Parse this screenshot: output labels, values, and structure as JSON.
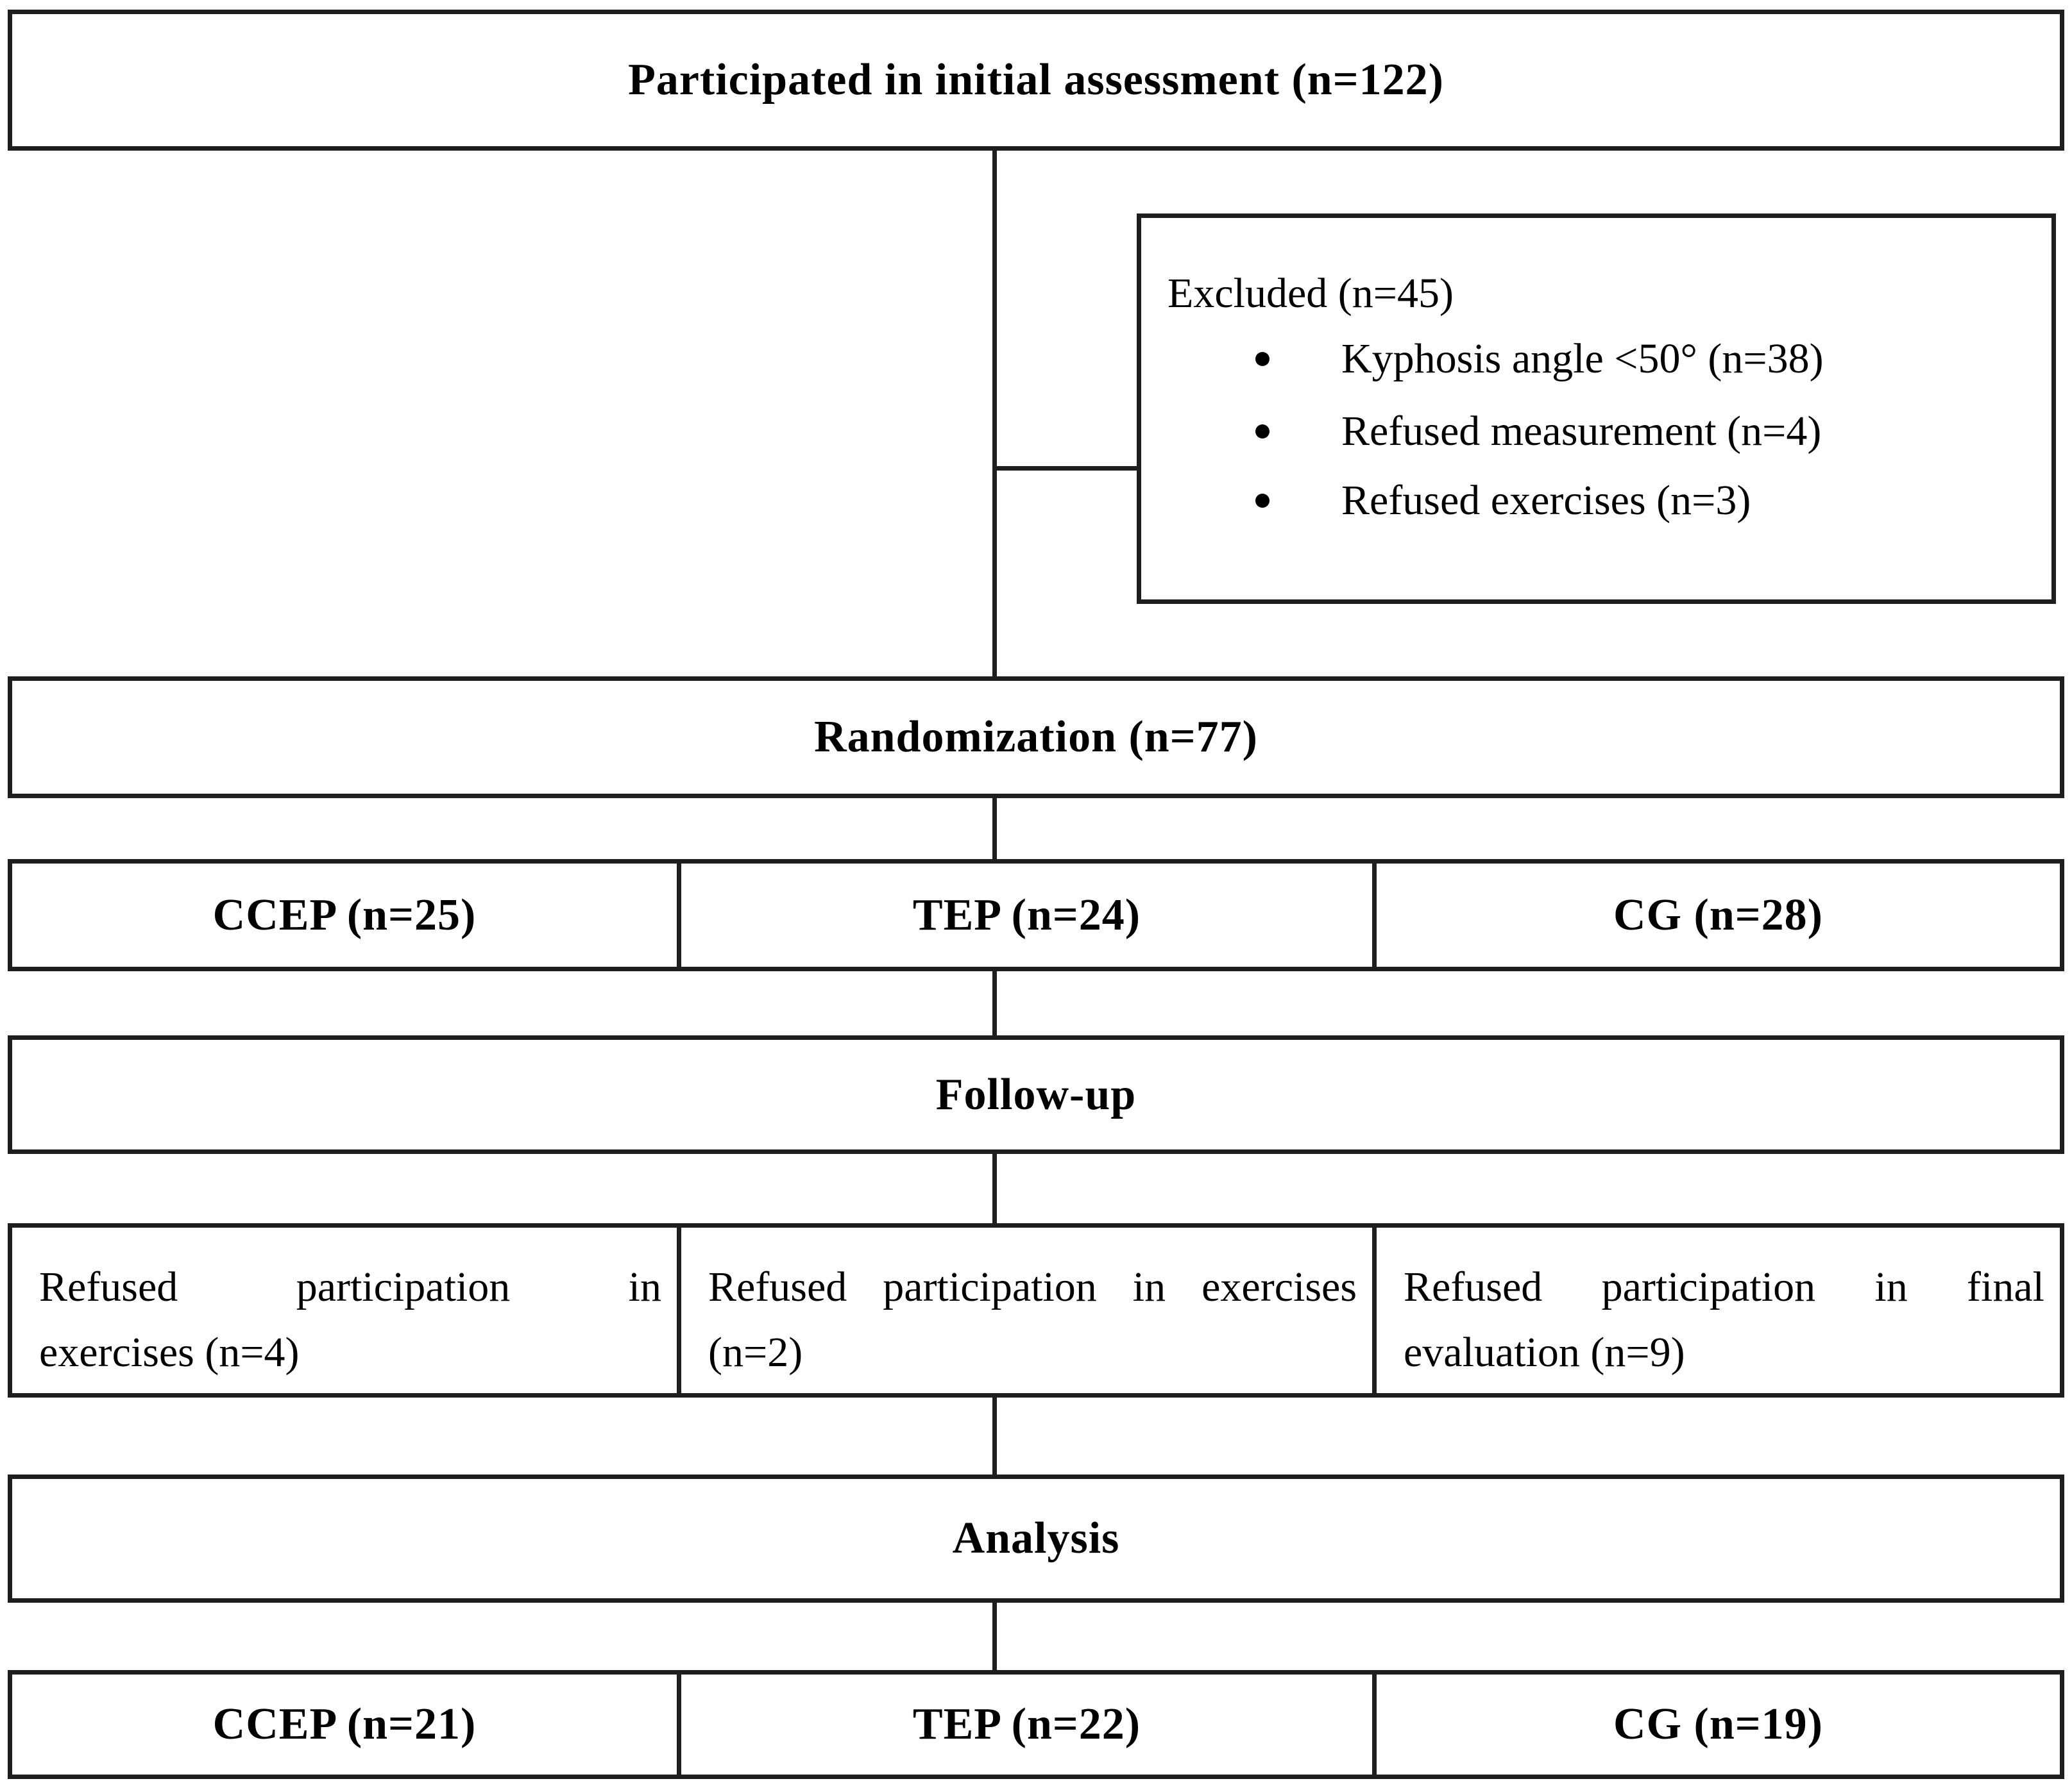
{
  "diagram": {
    "initial_assessment": "Participated in initial assessment (n=122)",
    "excluded": {
      "title": "Excluded (n=45)",
      "items": [
        "Kyphosis angle <50° (n=38)",
        "Refused measurement (n=4)",
        "Refused exercises (n=3)"
      ]
    },
    "randomization": "Randomization (n=77)",
    "allocation": [
      {
        "label": "CCEP (n=25)"
      },
      {
        "label": "TEP (n=24)"
      },
      {
        "label": "CG (n=28)"
      }
    ],
    "followup": "Follow-up",
    "dropouts": [
      {
        "line1": "Refused participation in",
        "line2": "exercises (n=4)"
      },
      {
        "line1": "Refused participation in exercises",
        "line2": "(n=2)"
      },
      {
        "line1": "Refused participation in final",
        "line2": "evaluation (n=9)"
      }
    ],
    "analysis": "Analysis",
    "analyzed": [
      {
        "label": "CCEP (n=21)"
      },
      {
        "label": "TEP (n=22)"
      },
      {
        "label": "CG (n=19)"
      }
    ]
  },
  "colors": {
    "line": "#1e1e1e",
    "text": "#000000",
    "background": "#ffffff"
  }
}
